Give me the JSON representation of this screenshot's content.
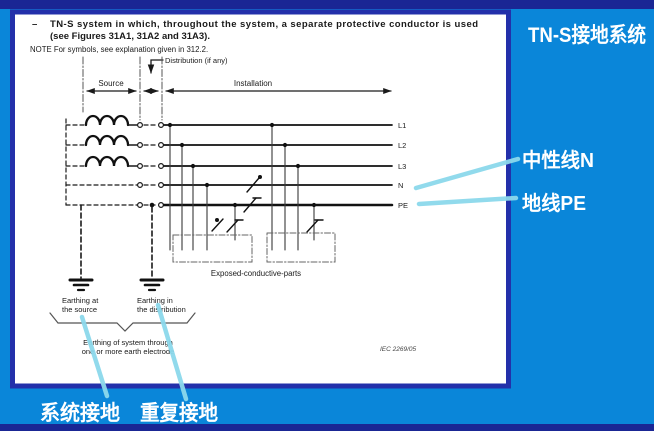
{
  "colors": {
    "background": "#0a86d9",
    "frame_navy": "#2330aa",
    "band_navy": "#1a2694",
    "panel_white": "#ffffff",
    "diagram_ink": "#1a1a1a",
    "callout_cyan": "#8cd9ec",
    "annotation_white": "#ffffff"
  },
  "panel": {
    "dash": "–",
    "heading_line1": "TN-S system in which, throughout the system, a separate protective conductor is used",
    "heading_line2": "(see Figures 31A1, 31A2 and 31A3).",
    "note": "NOTE  For symbols, see explanation given in 312.2.",
    "distribution_label": "Distribution (if any)",
    "source_label": "Source",
    "installation_label": "Installation",
    "bus_labels": [
      "L1",
      "L2",
      "L3",
      "N",
      "PE"
    ],
    "exposed_label": "Exposed-conductive-parts",
    "earthing_source_line1": "Earthing at",
    "earthing_source_line2": "the source",
    "earthing_distribution_line1": "Earthing in",
    "earthing_distribution_line2": "the distribution",
    "earthing_system_line1": "Earthing of system through",
    "earthing_system_line2": "one or more earth electrode",
    "figure_ref": "IEC  2269/05"
  },
  "annotations": {
    "title": "TN-S接地系统",
    "neutral": "中性线N",
    "pe": "地线PE",
    "system_earthing": "系统接地",
    "repeat_earthing": "重复接地"
  }
}
